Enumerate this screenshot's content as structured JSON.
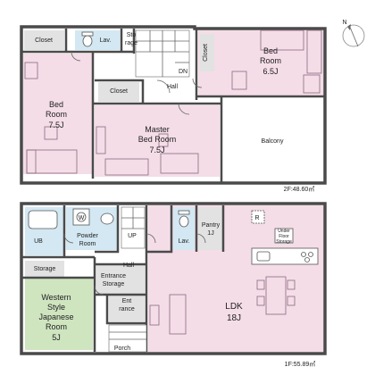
{
  "compass": {
    "north": "N"
  },
  "floor2": {
    "area_label": "2F:48.60㎡",
    "rooms": {
      "closet_top_left": "Closet",
      "lav": "Lav.",
      "storage_line1": "Sto",
      "storage_line2": "rage",
      "dn": "DN",
      "hall": "Hall",
      "closet_vertical": "Closet",
      "bed_right_line1": "Bed",
      "bed_right_line2": "Room",
      "bed_right_line3": "6.5J",
      "bed_left_line1": "Bed",
      "bed_left_line2": "Room",
      "bed_left_line3": "7.5J",
      "closet_center": "Closet",
      "master_line1": "Master",
      "master_line2": "Bed Room",
      "master_line3": "7.5J",
      "balcony": "Balcony"
    }
  },
  "floor1": {
    "area_label": "1F:55.89㎡",
    "rooms": {
      "w": "W",
      "ub": "UB",
      "powder_line1": "Powder",
      "powder_line2": "Room",
      "up": "UP",
      "lav": "Lav.",
      "pantry_line1": "Pantry",
      "pantry_line2": "1J",
      "r": "R",
      "underfloor_line1": "Under",
      "underfloor_line2": "Floor",
      "underfloor_line3": "Storage",
      "storage": "Storage",
      "hall": "Hall",
      "entrance_storage_line1": "Entrance",
      "entrance_storage_line2": "Storage",
      "entrance_line1": "Ent",
      "entrance_line2": "rance",
      "western_line1": "Western",
      "western_line2": "Style",
      "western_line3": "Japanese",
      "western_line4": "Room",
      "western_line5": "5J",
      "ldk_line1": "LDK",
      "ldk_line2": "18J",
      "porch": "Porch"
    }
  }
}
